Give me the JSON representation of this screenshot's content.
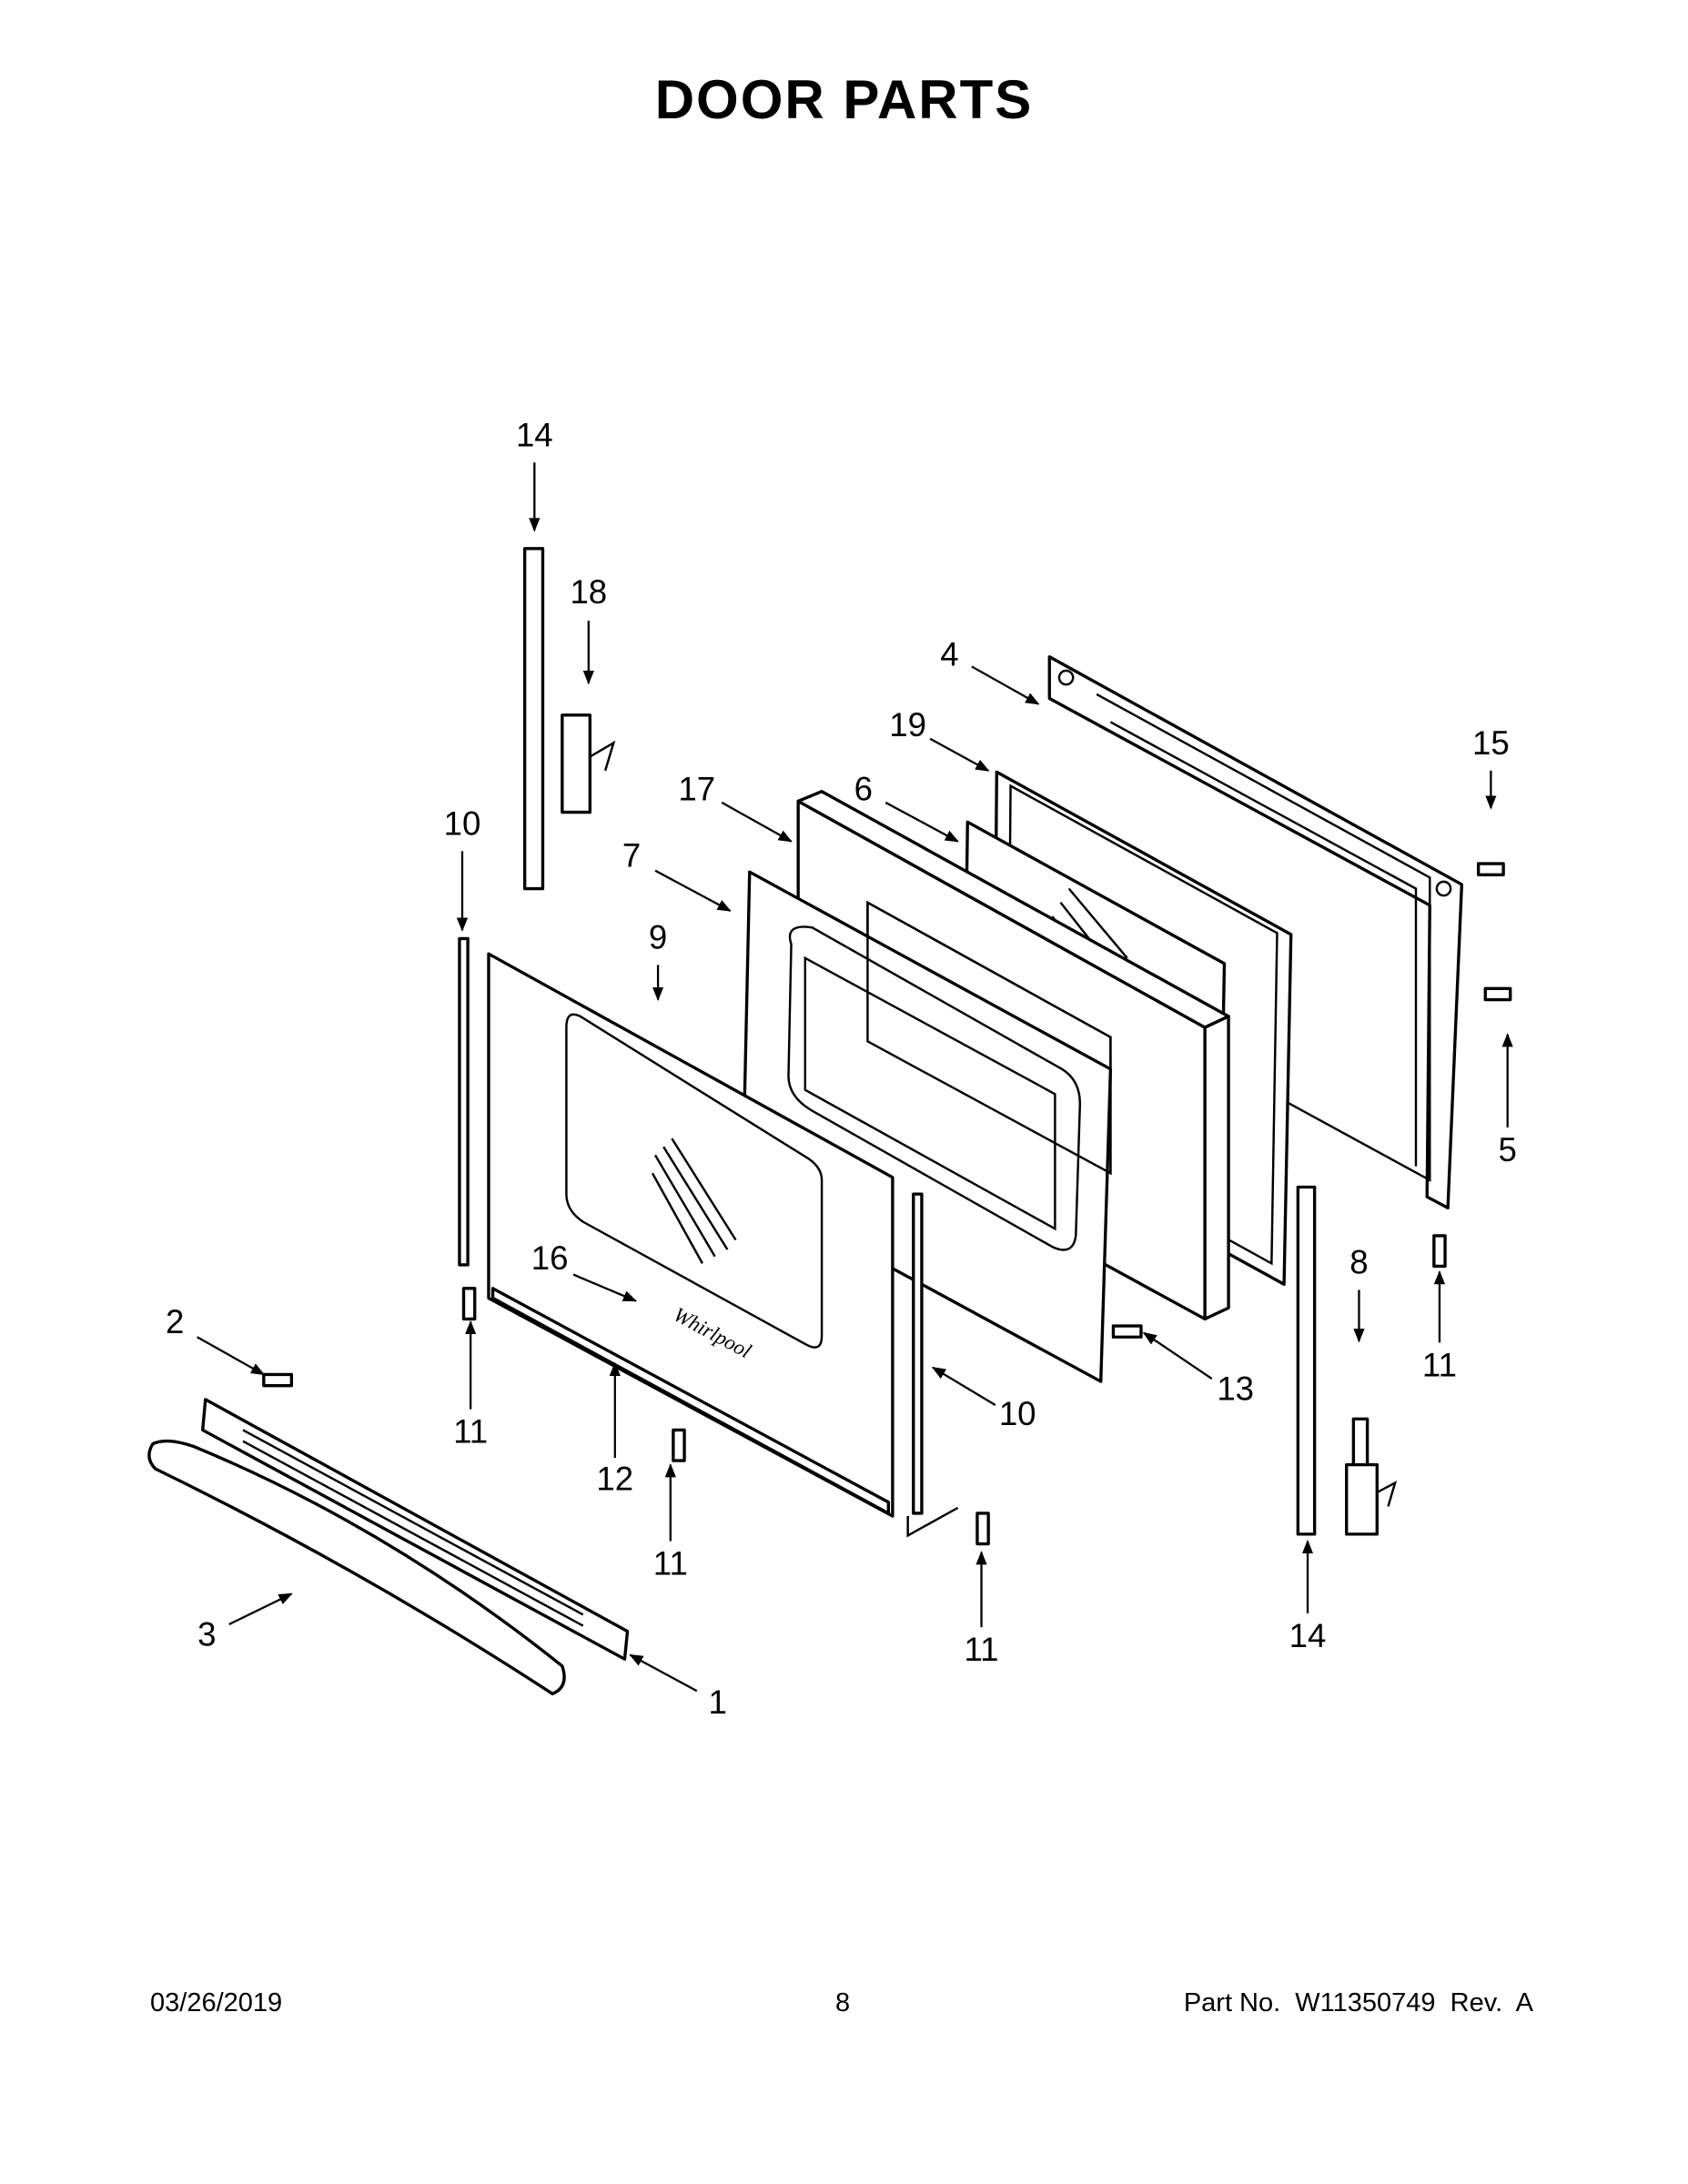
{
  "title": "DOOR PARTS",
  "logo_text": "Whirlpool",
  "callouts": [
    "14",
    "18",
    "4",
    "19",
    "17",
    "6",
    "15",
    "10",
    "7",
    "9",
    "5",
    "8",
    "16",
    "2",
    "11",
    "12",
    "10",
    "13",
    "11",
    "11",
    "3",
    "11",
    "14",
    "1"
  ],
  "footer": {
    "date": "03/26/2019",
    "page": "8",
    "part_no": "Part No.  W11350749  Rev.  A"
  }
}
